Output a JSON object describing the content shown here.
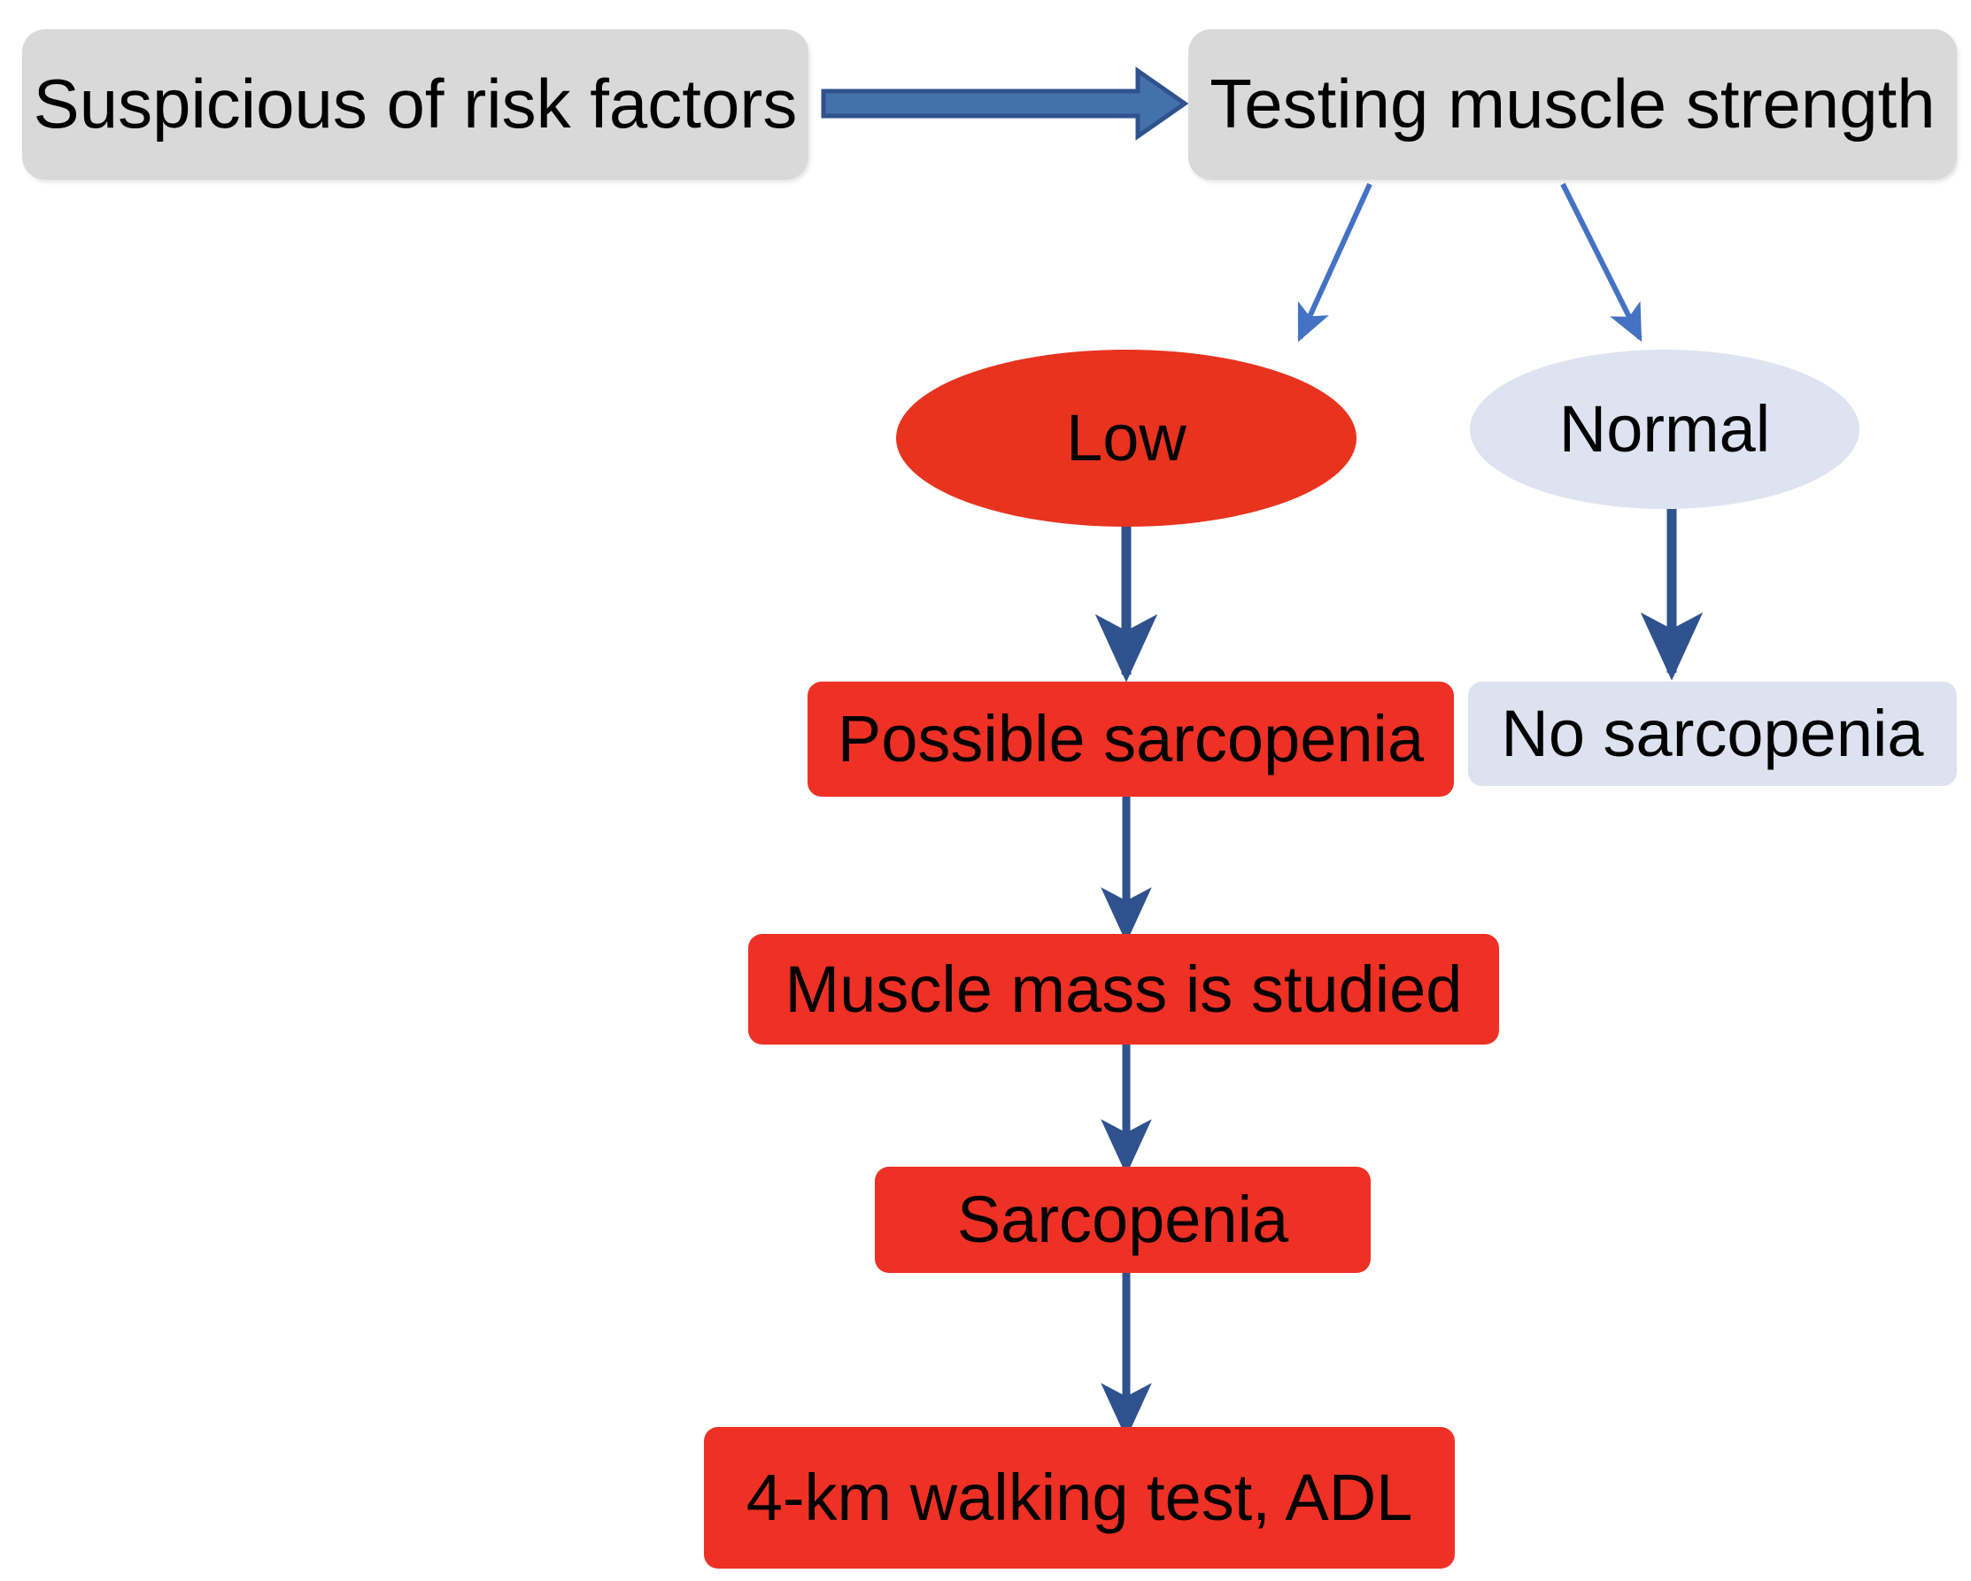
{
  "diagram": {
    "title": "Sarcopenia diagnostic algorithm flowchart",
    "colors": {
      "gray_box": "#d9d9d9",
      "red": "#EE3124",
      "red_ellipse": "#E8331F",
      "blue_gray": "#DCE2F0",
      "arrow_thin": "#4472C4",
      "arrow_thick_fill": "#4472A8",
      "arrow_thick_stroke": "#2F528F",
      "arrow_vertical": "#2F528F",
      "text": "#000000",
      "background": "#FFFFFF"
    },
    "nodes": [
      {
        "id": "risk_factors",
        "label": "Suspicious of risk factors",
        "shape": "rounded-rect",
        "fill": "#d9d9d9"
      },
      {
        "id": "testing_strength",
        "label": "Testing muscle strength",
        "shape": "rounded-rect",
        "fill": "#d9d9d9"
      },
      {
        "id": "low",
        "label": "Low",
        "shape": "ellipse",
        "fill": "#E8331F"
      },
      {
        "id": "normal",
        "label": "Normal",
        "shape": "ellipse",
        "fill": "#DDE3F1"
      },
      {
        "id": "possible_sarc",
        "label": "Possible sarcopenia",
        "shape": "rect",
        "fill": "#EE3124"
      },
      {
        "id": "no_sarc",
        "label": "No sarcopenia",
        "shape": "rect",
        "fill": "#DCE2F0"
      },
      {
        "id": "muscle_mass",
        "label": "Muscle mass is studied",
        "shape": "rect",
        "fill": "#EE3124"
      },
      {
        "id": "sarcopenia",
        "label": "Sarcopenia",
        "shape": "rect",
        "fill": "#EE3124"
      },
      {
        "id": "walking_test",
        "label": "4-km walking test, ADL",
        "shape": "rect",
        "fill": "#EE3124"
      }
    ],
    "edges": [
      {
        "from": "risk_factors",
        "to": "testing_strength",
        "style": "thick-horizontal"
      },
      {
        "from": "testing_strength",
        "to": "low",
        "style": "thin-diagonal"
      },
      {
        "from": "testing_strength",
        "to": "normal",
        "style": "thin-diagonal"
      },
      {
        "from": "low",
        "to": "possible_sarc",
        "style": "thin-vertical"
      },
      {
        "from": "normal",
        "to": "no_sarc",
        "style": "thin-vertical"
      },
      {
        "from": "possible_sarc",
        "to": "muscle_mass",
        "style": "thin-vertical"
      },
      {
        "from": "muscle_mass",
        "to": "sarcopenia",
        "style": "thin-vertical"
      },
      {
        "from": "sarcopenia",
        "to": "walking_test",
        "style": "thin-vertical"
      }
    ]
  }
}
